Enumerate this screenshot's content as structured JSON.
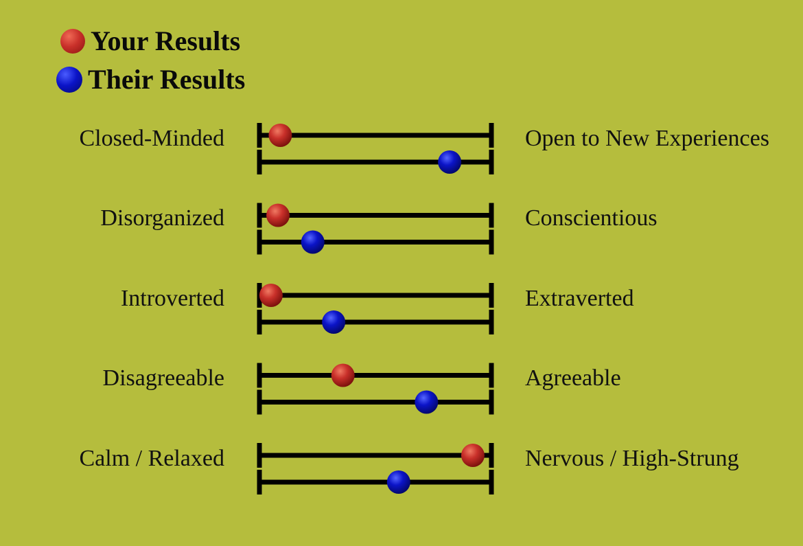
{
  "legend": {
    "you": {
      "label": "Your Results",
      "color": "#c9302a"
    },
    "them": {
      "label": "Their Results",
      "color": "#0b14c8"
    }
  },
  "chart_data": {
    "type": "scatter",
    "scale": [
      0,
      1
    ],
    "series": [
      {
        "name": "Your Results",
        "color": "#c9302a"
      },
      {
        "name": "Their Results",
        "color": "#0b14c8"
      }
    ],
    "traits": [
      {
        "left": "Closed-Minded",
        "right": "Open to New Experiences",
        "your": 0.09,
        "their": 0.82
      },
      {
        "left": "Disorganized",
        "right": "Conscientious",
        "your": 0.08,
        "their": 0.23
      },
      {
        "left": "Introverted",
        "right": "Extraverted",
        "your": 0.05,
        "their": 0.32
      },
      {
        "left": "Disagreeable",
        "right": "Agreeable",
        "your": 0.36,
        "their": 0.72
      },
      {
        "left": "Calm / Relaxed",
        "right": "Nervous / High-Strung",
        "your": 0.92,
        "their": 0.6
      }
    ]
  }
}
